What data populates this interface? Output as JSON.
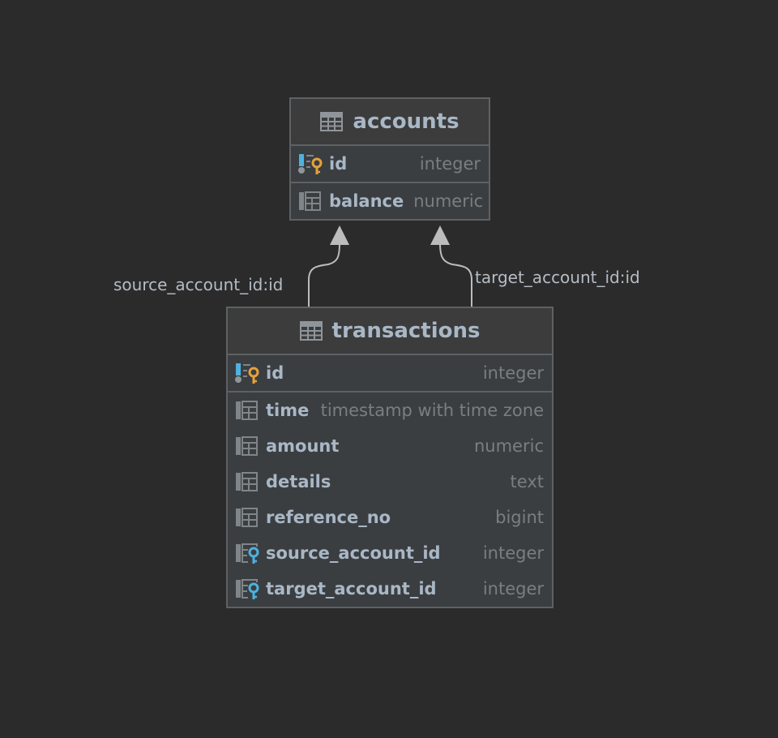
{
  "entities": {
    "accounts": {
      "title": "accounts",
      "pk_columns": [
        {
          "name": "id",
          "type": "integer",
          "icon": "primary-key-column-icon"
        }
      ],
      "columns": [
        {
          "name": "balance",
          "type": "numeric",
          "icon": "column-icon"
        }
      ]
    },
    "transactions": {
      "title": "transactions",
      "pk_columns": [
        {
          "name": "id",
          "type": "integer",
          "icon": "primary-key-column-icon"
        }
      ],
      "columns": [
        {
          "name": "time",
          "type": "timestamp with time zone",
          "icon": "column-icon"
        },
        {
          "name": "amount",
          "type": "numeric",
          "icon": "column-icon"
        },
        {
          "name": "details",
          "type": "text",
          "icon": "column-icon"
        },
        {
          "name": "reference_no",
          "type": "bigint",
          "icon": "column-icon"
        },
        {
          "name": "source_account_id",
          "type": "integer",
          "icon": "foreign-key-column-icon"
        },
        {
          "name": "target_account_id",
          "type": "integer",
          "icon": "foreign-key-column-icon"
        }
      ]
    }
  },
  "relations": {
    "source": {
      "label": "source_account_id:id"
    },
    "target": {
      "label": "target_account_id:id"
    }
  },
  "colors": {
    "background": "#2b2b2b",
    "primary_key": "#e5a23a",
    "foreign_key": "#4eb1e0",
    "edge": "#bcbcbc"
  }
}
